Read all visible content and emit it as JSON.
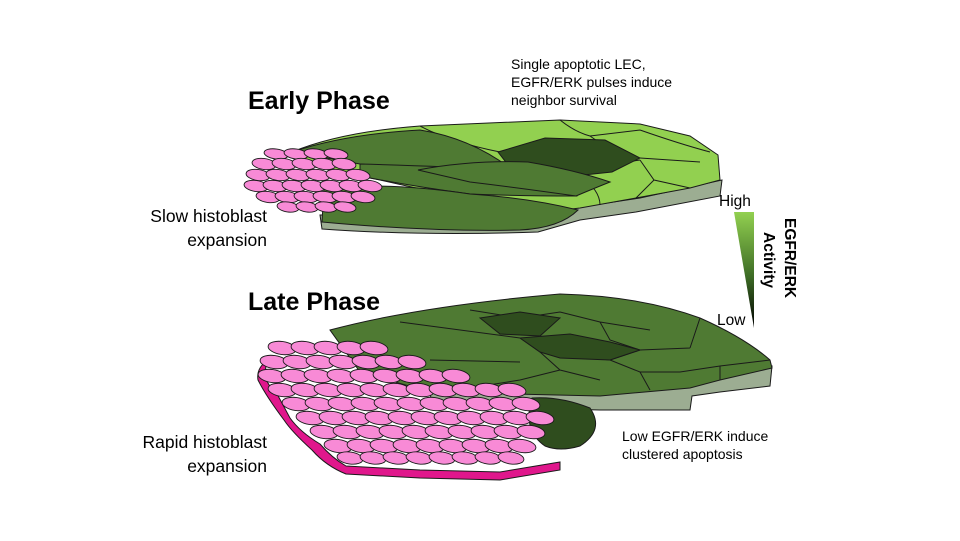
{
  "early_phase": {
    "title": "Early Phase",
    "left_label": [
      "Slow histoblast",
      "expansion"
    ],
    "annotation": [
      "Single apoptotic LEC,",
      "EGFR/ERK pulses induce",
      "neighbor survival"
    ]
  },
  "late_phase": {
    "title": "Late Phase",
    "left_label": [
      "Rapid histoblast",
      "expansion"
    ],
    "annotation": [
      "Low EGFR/ERK induce",
      "clustered apoptosis"
    ]
  },
  "activity_scale": {
    "title": [
      "EGFR/ERK",
      "Activity"
    ],
    "high_label": "High",
    "low_label": "Low"
  },
  "colors": {
    "high_activity": "#92d050",
    "mid_activity": "#4f7a33",
    "low_activity": "#2f4d1e",
    "histoblast": "#f88ad6",
    "histoblast_edge": "#e0178c",
    "tissue_side": "#9cad92"
  }
}
